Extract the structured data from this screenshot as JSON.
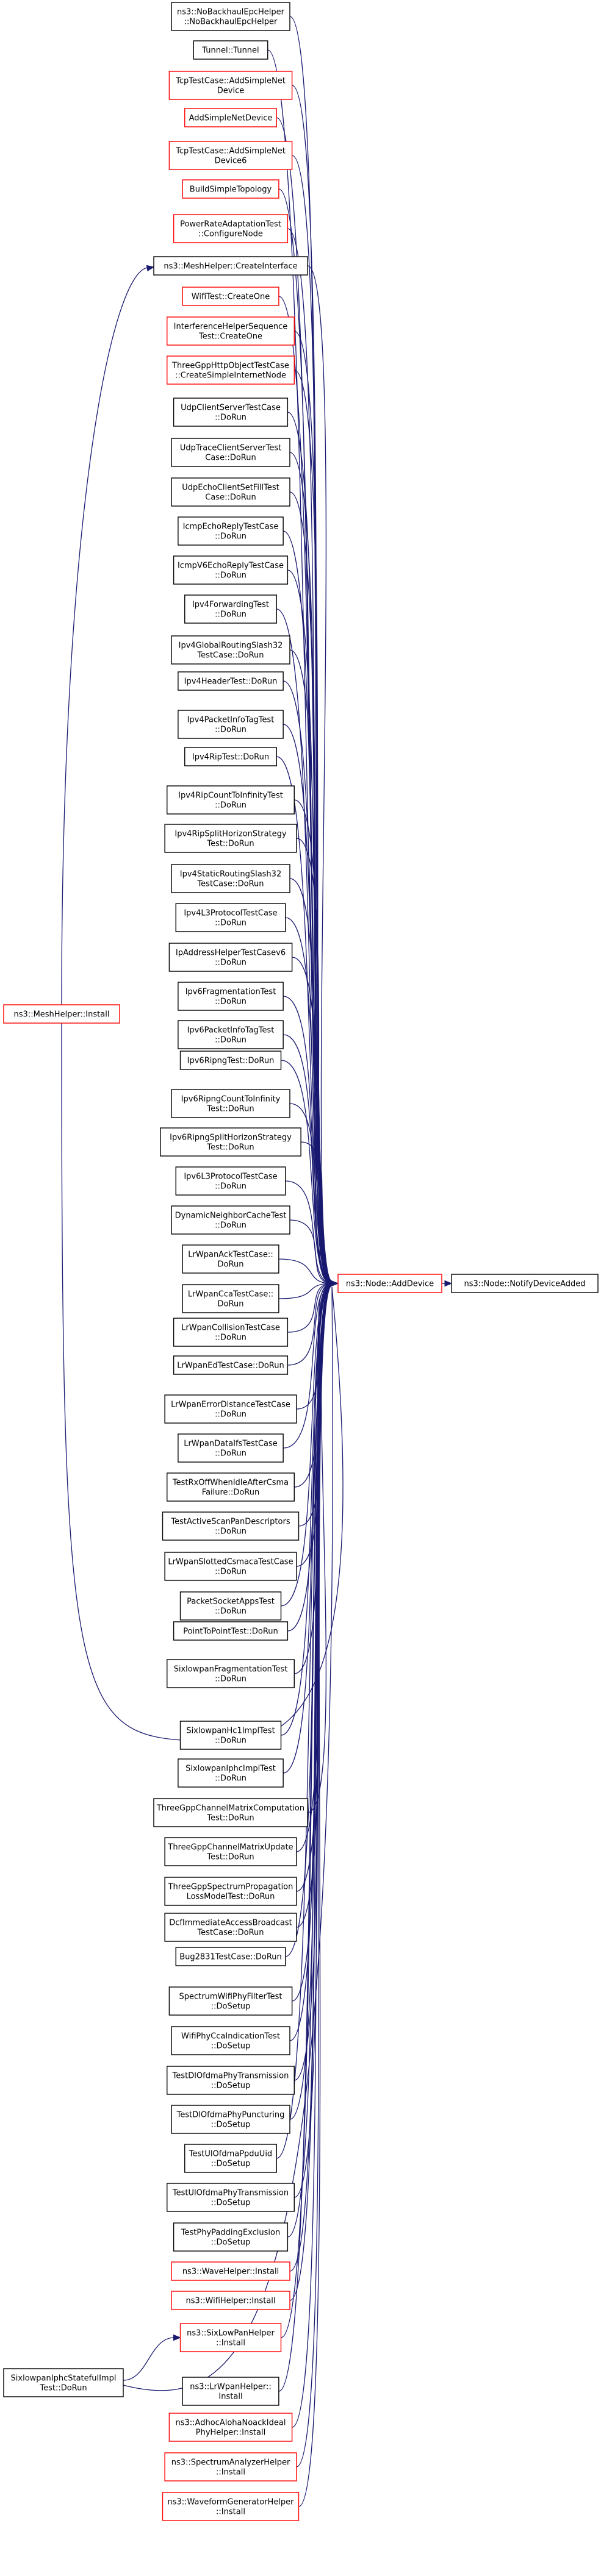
{
  "diagram": {
    "colors": {
      "edge": "#191970",
      "node_border_default": "#000000",
      "node_border_truncated": "#ff0000",
      "target_fill": "#bfbfbf",
      "node_fill": "#ffffff"
    },
    "target": {
      "id": "notify",
      "lines": [
        "ns3::Node::NotifyDeviceAdded"
      ],
      "border": "black"
    },
    "hub": {
      "id": "adddevice",
      "lines": [
        "ns3::Node::AddDevice"
      ],
      "border": "red"
    },
    "callers": [
      {
        "id": "c0",
        "lines": [
          "ns3::NoBackhaulEpcHelper",
          "::NoBackhaulEpcHelper"
        ],
        "border": "black"
      },
      {
        "id": "c1",
        "lines": [
          "Tunnel::Tunnel"
        ],
        "border": "black"
      },
      {
        "id": "c2",
        "lines": [
          "TcpTestCase::AddSimpleNet",
          "Device"
        ],
        "border": "red"
      },
      {
        "id": "c3",
        "lines": [
          "AddSimpleNetDevice"
        ],
        "border": "red"
      },
      {
        "id": "c4",
        "lines": [
          "TcpTestCase::AddSimpleNet",
          "Device6"
        ],
        "border": "red"
      },
      {
        "id": "c5",
        "lines": [
          "BuildSimpleTopology"
        ],
        "border": "red"
      },
      {
        "id": "c6",
        "lines": [
          "PowerRateAdaptationTest",
          "::ConfigureNode"
        ],
        "border": "red"
      },
      {
        "id": "c7",
        "lines": [
          "ns3::MeshHelper::CreateInterface"
        ],
        "border": "black"
      },
      {
        "id": "c8",
        "lines": [
          "WifiTest::CreateOne"
        ],
        "border": "red"
      },
      {
        "id": "c9",
        "lines": [
          "InterferenceHelperSequence",
          "Test::CreateOne"
        ],
        "border": "red"
      },
      {
        "id": "c10",
        "lines": [
          "ThreeGppHttpObjectTestCase",
          "::CreateSimpleInternetNode"
        ],
        "border": "red"
      },
      {
        "id": "c11",
        "lines": [
          "UdpClientServerTestCase",
          "::DoRun"
        ],
        "border": "black"
      },
      {
        "id": "c12",
        "lines": [
          "UdpTraceClientServerTest",
          "Case::DoRun"
        ],
        "border": "black"
      },
      {
        "id": "c13",
        "lines": [
          "UdpEchoClientSetFillTest",
          "Case::DoRun"
        ],
        "border": "black"
      },
      {
        "id": "c14",
        "lines": [
          "IcmpEchoReplyTestCase",
          "::DoRun"
        ],
        "border": "black"
      },
      {
        "id": "c15",
        "lines": [
          "IcmpV6EchoReplyTestCase",
          "::DoRun"
        ],
        "border": "black"
      },
      {
        "id": "c16",
        "lines": [
          "Ipv4ForwardingTest",
          "::DoRun"
        ],
        "border": "black"
      },
      {
        "id": "c17",
        "lines": [
          "Ipv4GlobalRoutingSlash32",
          "TestCase::DoRun"
        ],
        "border": "black"
      },
      {
        "id": "c18",
        "lines": [
          "Ipv4HeaderTest::DoRun"
        ],
        "border": "black"
      },
      {
        "id": "c19",
        "lines": [
          "Ipv4PacketInfoTagTest",
          "::DoRun"
        ],
        "border": "black"
      },
      {
        "id": "c20",
        "lines": [
          "Ipv4RipTest::DoRun"
        ],
        "border": "black"
      },
      {
        "id": "c21",
        "lines": [
          "Ipv4RipCountToInfinityTest",
          "::DoRun"
        ],
        "border": "black"
      },
      {
        "id": "c22",
        "lines": [
          "Ipv4RipSplitHorizonStrategy",
          "Test::DoRun"
        ],
        "border": "black"
      },
      {
        "id": "c23",
        "lines": [
          "Ipv4StaticRoutingSlash32",
          "TestCase::DoRun"
        ],
        "border": "black"
      },
      {
        "id": "c24",
        "lines": [
          "Ipv4L3ProtocolTestCase",
          "::DoRun"
        ],
        "border": "black"
      },
      {
        "id": "c25",
        "lines": [
          "IpAddressHelperTestCasev6",
          "::DoRun"
        ],
        "border": "black"
      },
      {
        "id": "c26",
        "lines": [
          "Ipv6FragmentationTest",
          "::DoRun"
        ],
        "border": "black"
      },
      {
        "id": "c27",
        "lines": [
          "Ipv6PacketInfoTagTest",
          "::DoRun"
        ],
        "border": "black"
      },
      {
        "id": "c28",
        "lines": [
          "Ipv6RipngTest::DoRun"
        ],
        "border": "black"
      },
      {
        "id": "c29",
        "lines": [
          "Ipv6RipngCountToInfinity",
          "Test::DoRun"
        ],
        "border": "black"
      },
      {
        "id": "c30",
        "lines": [
          "Ipv6RipngSplitHorizonStrategy",
          "Test::DoRun"
        ],
        "border": "black"
      },
      {
        "id": "c31",
        "lines": [
          "Ipv6L3ProtocolTestCase",
          "::DoRun"
        ],
        "border": "black"
      },
      {
        "id": "c32",
        "lines": [
          "DynamicNeighborCacheTest",
          "::DoRun"
        ],
        "border": "black"
      },
      {
        "id": "c33",
        "lines": [
          "LrWpanAckTestCase::",
          "DoRun"
        ],
        "border": "black"
      },
      {
        "id": "c34",
        "lines": [
          "LrWpanCcaTestCase::",
          "DoRun"
        ],
        "border": "black"
      },
      {
        "id": "c35",
        "lines": [
          "LrWpanCollisionTestCase",
          "::DoRun"
        ],
        "border": "black"
      },
      {
        "id": "c36",
        "lines": [
          "LrWpanEdTestCase::DoRun"
        ],
        "border": "black"
      },
      {
        "id": "c37",
        "lines": [
          "LrWpanErrorDistanceTestCase",
          "::DoRun"
        ],
        "border": "black"
      },
      {
        "id": "c38",
        "lines": [
          "LrWpanDataIfsTestCase",
          "::DoRun"
        ],
        "border": "black"
      },
      {
        "id": "c39",
        "lines": [
          "TestRxOffWhenIdleAfterCsma",
          "Failure::DoRun"
        ],
        "border": "black"
      },
      {
        "id": "c40",
        "lines": [
          "TestActiveScanPanDescriptors",
          "::DoRun"
        ],
        "border": "black"
      },
      {
        "id": "c41",
        "lines": [
          "LrWpanSlottedCsmacaTestCase",
          "::DoRun"
        ],
        "border": "black"
      },
      {
        "id": "c42",
        "lines": [
          "PacketSocketAppsTest",
          "::DoRun"
        ],
        "border": "black"
      },
      {
        "id": "c43",
        "lines": [
          "PointToPointTest::DoRun"
        ],
        "border": "black"
      },
      {
        "id": "c44",
        "lines": [
          "SixlowpanFragmentationTest",
          "::DoRun"
        ],
        "border": "black"
      },
      {
        "id": "c45",
        "lines": [
          "SixlowpanHc1ImplTest",
          "::DoRun"
        ],
        "border": "black"
      },
      {
        "id": "c46",
        "lines": [
          "SixlowpanIphcImplTest",
          "::DoRun"
        ],
        "border": "black"
      },
      {
        "id": "c47",
        "lines": [
          "ThreeGppChannelMatrixComputation",
          "Test::DoRun"
        ],
        "border": "black"
      },
      {
        "id": "c48",
        "lines": [
          "ThreeGppChannelMatrixUpdate",
          "Test::DoRun"
        ],
        "border": "black"
      },
      {
        "id": "c49",
        "lines": [
          "ThreeGppSpectrumPropagation",
          "LossModelTest::DoRun"
        ],
        "border": "black"
      },
      {
        "id": "c50",
        "lines": [
          "DcfImmediateAccessBroadcast",
          "TestCase::DoRun"
        ],
        "border": "black"
      },
      {
        "id": "c51",
        "lines": [
          "Bug2831TestCase::DoRun"
        ],
        "border": "black"
      },
      {
        "id": "c52",
        "lines": [
          "SpectrumWifiPhyFilterTest",
          "::DoSetup"
        ],
        "border": "black"
      },
      {
        "id": "c53",
        "lines": [
          "WifiPhyCcaIndicationTest",
          "::DoSetup"
        ],
        "border": "black"
      },
      {
        "id": "c54",
        "lines": [
          "TestDlOfdmaPhyTransmission",
          "::DoSetup"
        ],
        "border": "black"
      },
      {
        "id": "c55",
        "lines": [
          "TestDlOfdmaPhyPuncturing",
          "::DoSetup"
        ],
        "border": "black"
      },
      {
        "id": "c56",
        "lines": [
          "TestUlOfdmaPpduUid",
          "::DoSetup"
        ],
        "border": "black"
      },
      {
        "id": "c57",
        "lines": [
          "TestUlOfdmaPhyTransmission",
          "::DoSetup"
        ],
        "border": "black"
      },
      {
        "id": "c58",
        "lines": [
          "TestPhyPaddingExclusion",
          "::DoSetup"
        ],
        "border": "black"
      },
      {
        "id": "c59",
        "lines": [
          "ns3::WaveHelper::Install"
        ],
        "border": "red"
      },
      {
        "id": "c60",
        "lines": [
          "ns3::WifiHelper::Install"
        ],
        "border": "red"
      },
      {
        "id": "c61",
        "lines": [
          "ns3::SixLowPanHelper",
          "::Install"
        ],
        "border": "red"
      },
      {
        "id": "c62",
        "lines": [
          "ns3::LrWpanHelper::",
          "Install"
        ],
        "border": "black"
      },
      {
        "id": "c63",
        "lines": [
          "ns3::AdhocAlohaNoackIdeal",
          "PhyHelper::Install"
        ],
        "border": "red"
      },
      {
        "id": "c64",
        "lines": [
          "ns3::SpectrumAnalyzerHelper",
          "::Install"
        ],
        "border": "red"
      },
      {
        "id": "c65",
        "lines": [
          "ns3::WaveformGeneratorHelper",
          "::Install"
        ],
        "border": "red"
      }
    ],
    "left_nodes": [
      {
        "id": "meshinstall",
        "lines": [
          "ns3::MeshHelper::Install"
        ],
        "border": "red"
      },
      {
        "id": "sixlowtest",
        "lines": [
          "SixlowpanIphcStatefulImpl",
          "Test::DoRun"
        ],
        "border": "black"
      }
    ],
    "edges": [
      {
        "from": "adddevice",
        "to": "notify"
      },
      {
        "from": "meshinstall",
        "to": "c7"
      },
      {
        "from": "sixlowtest",
        "to": "c61"
      },
      {
        "from": "meshinstall",
        "to": "adddevice"
      },
      {
        "from": "sixlowtest",
        "to": "adddevice"
      }
    ]
  }
}
